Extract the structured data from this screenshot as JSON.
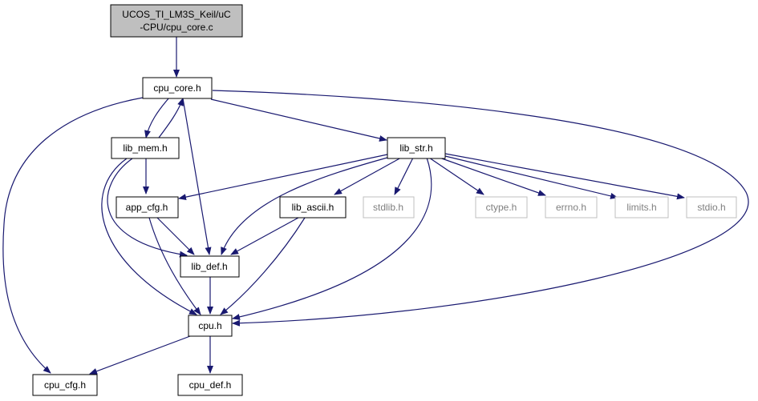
{
  "root": {
    "line1": "UCOS_TI_LM3S_Keil/uC",
    "line2": "-CPU/cpu_core.c"
  },
  "nodes": {
    "cpu_core_h": "cpu_core.h",
    "lib_mem_h": "lib_mem.h",
    "lib_str_h": "lib_str.h",
    "app_cfg_h": "app_cfg.h",
    "lib_ascii_h": "lib_ascii.h",
    "stdlib_h": "stdlib.h",
    "ctype_h": "ctype.h",
    "errno_h": "errno.h",
    "limits_h": "limits.h",
    "stdio_h": "stdio.h",
    "lib_def_h": "lib_def.h",
    "cpu_h": "cpu.h",
    "cpu_cfg_h": "cpu_cfg.h",
    "cpu_def_h": "cpu_def.h"
  },
  "colors": {
    "edge": "#191970",
    "node_border": "#000000",
    "external_border": "#bfbfbf",
    "external_text": "#7f7f7f",
    "root_fill": "#bfbfbf"
  }
}
